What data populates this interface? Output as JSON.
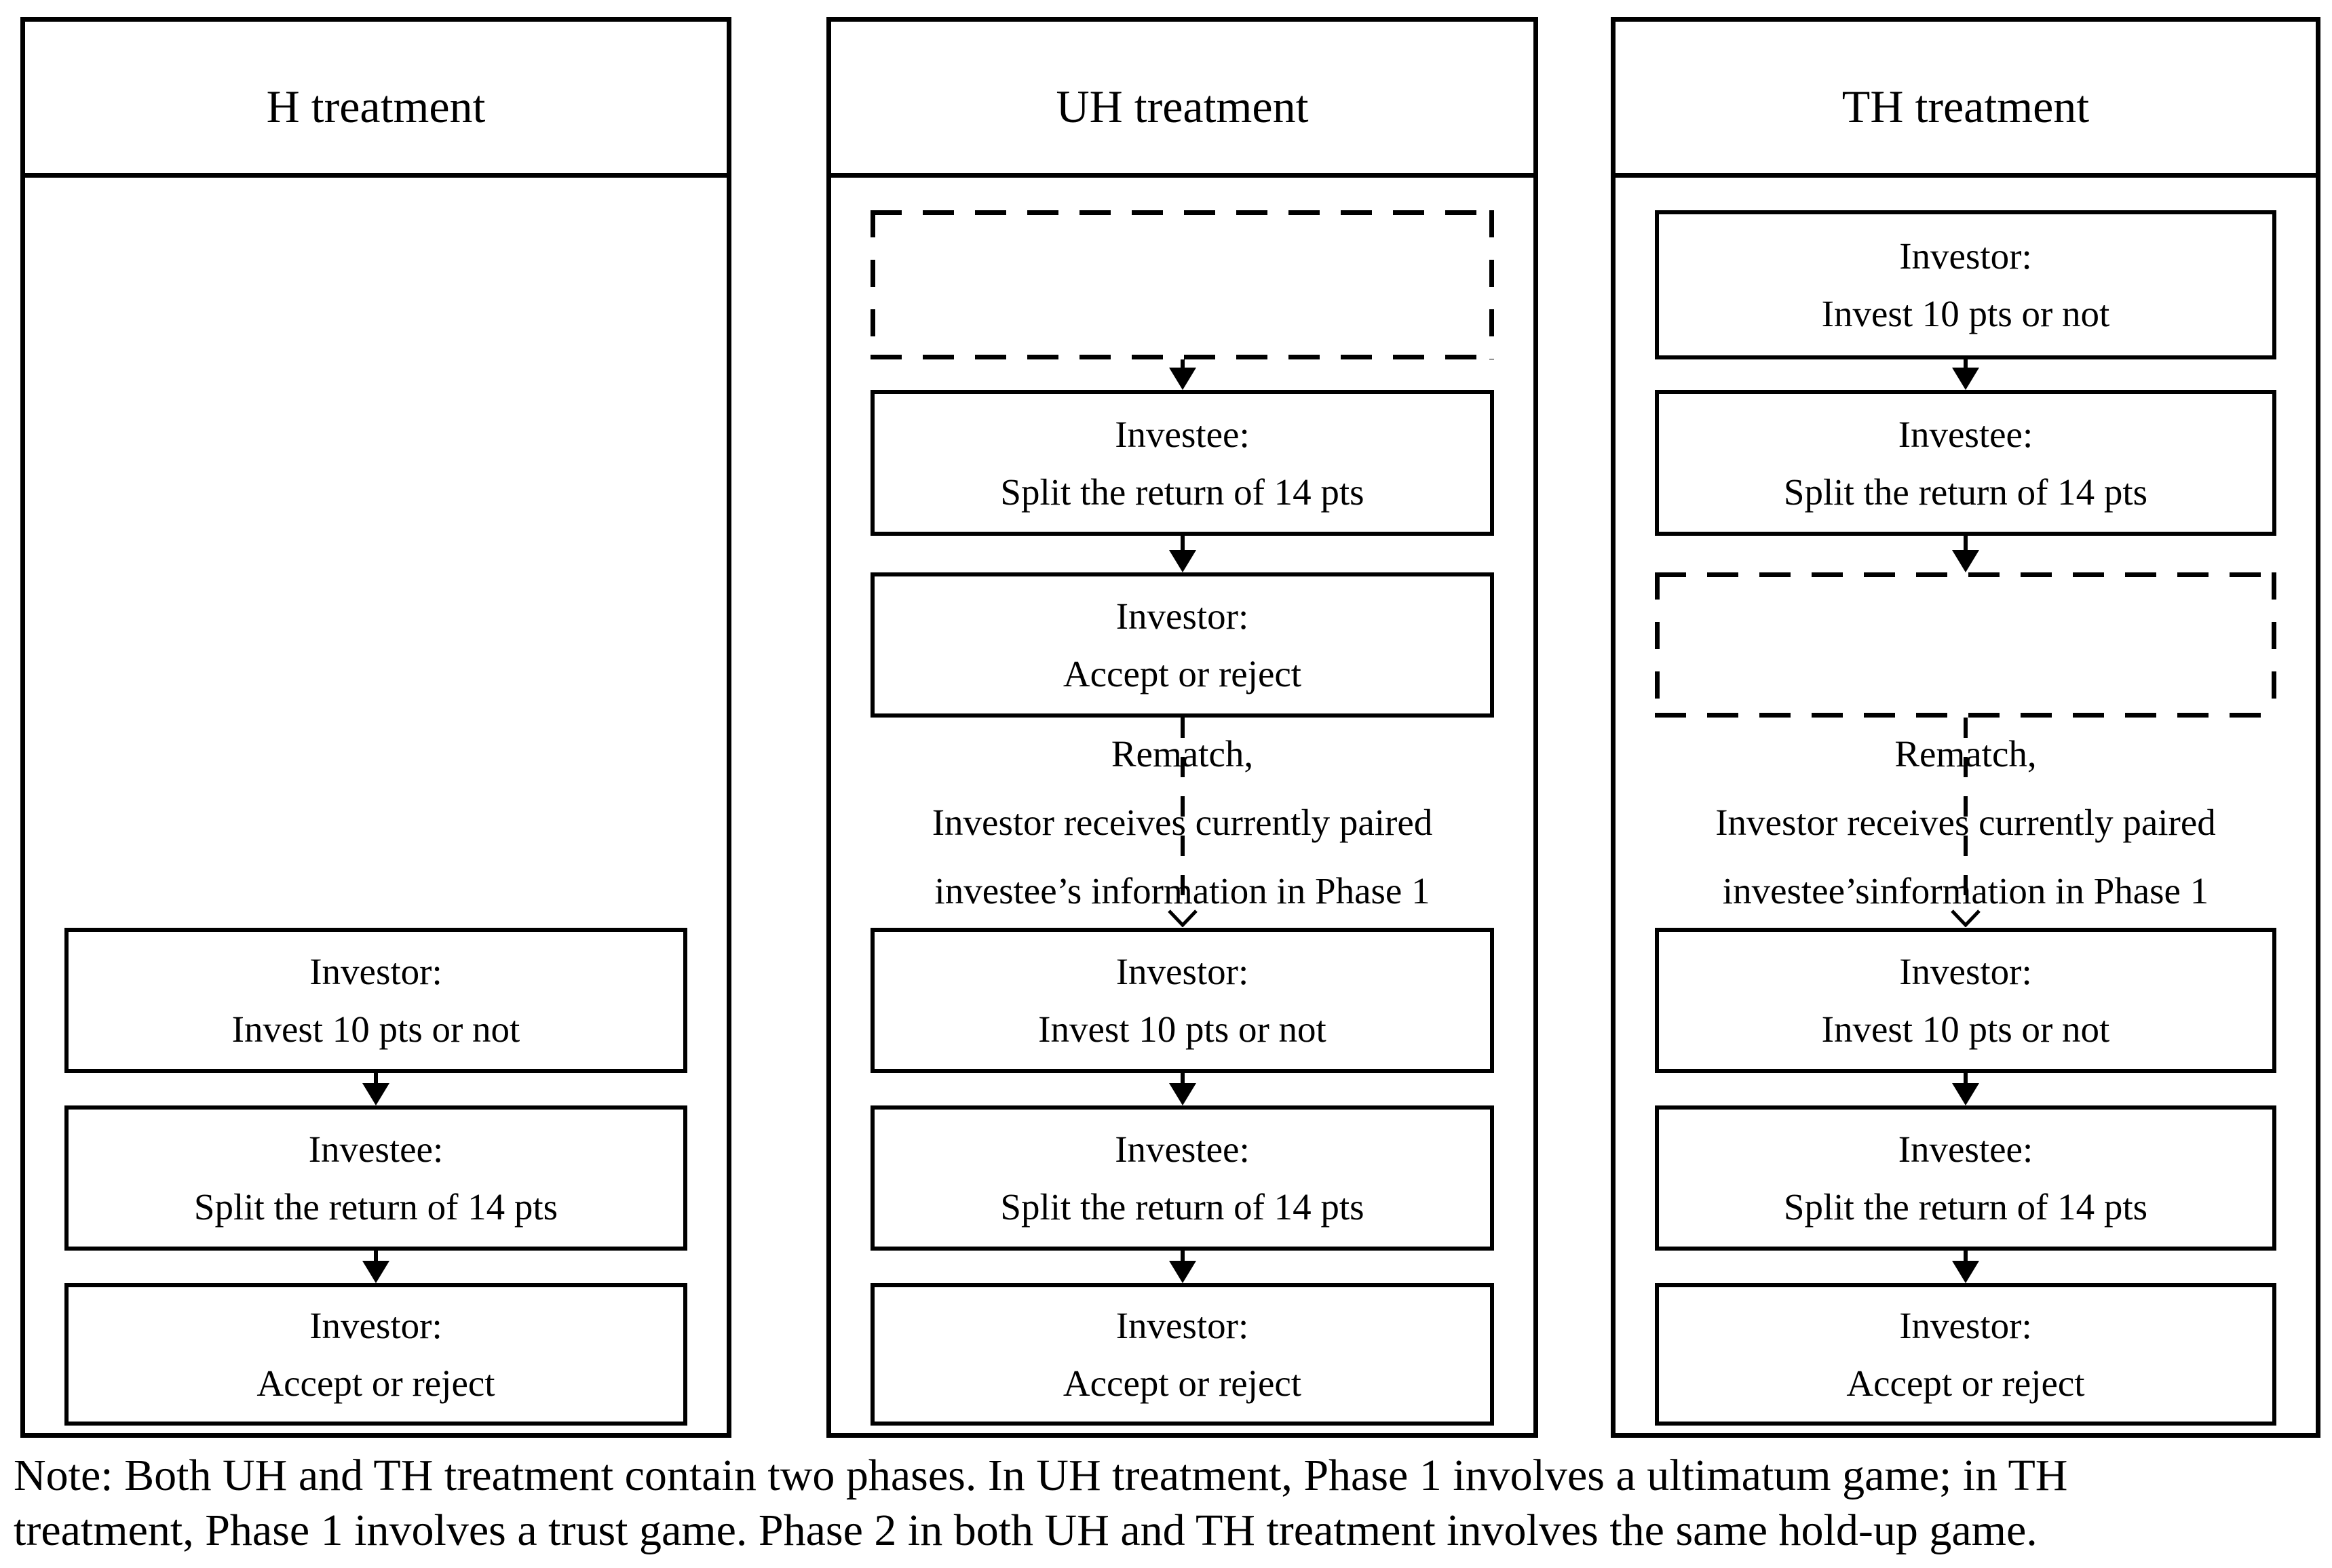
{
  "colors": {
    "ink": "#000000",
    "background": "#ffffff"
  },
  "panels": {
    "h": {
      "title": "H treatment",
      "phase2": {
        "invest": {
          "line1": "Investor:",
          "line2": "Invest 10 pts or not"
        },
        "split": {
          "line1": "Investee:",
          "line2": "Split the return of 14 pts"
        },
        "accept": {
          "line1": "Investor:",
          "line2": "Accept or reject"
        }
      }
    },
    "uh": {
      "title": "UH treatment",
      "phase1": {
        "split": {
          "line1": "Investee:",
          "line2": "Split the return of 14 pts"
        },
        "accept": {
          "line1": "Investor:",
          "line2": "Accept or reject"
        }
      },
      "rematch": {
        "line1": "Rematch,",
        "line2": "Investor receives currently paired",
        "line3": "investee’s information in Phase 1"
      },
      "phase2": {
        "invest": {
          "line1": "Investor:",
          "line2": "Invest 10 pts or not"
        },
        "split": {
          "line1": "Investee:",
          "line2": "Split the return of 14 pts"
        },
        "accept": {
          "line1": "Investor:",
          "line2": "Accept or reject"
        }
      }
    },
    "th": {
      "title": "TH treatment",
      "phase1": {
        "invest": {
          "line1": "Investor:",
          "line2": "Invest 10 pts or not"
        },
        "split": {
          "line1": "Investee:",
          "line2": "Split the return of 14 pts"
        }
      },
      "rematch": {
        "line1": "Rematch,",
        "line2": "Investor receives currently paired",
        "line3": "investee’sinformation in Phase 1"
      },
      "phase2": {
        "invest": {
          "line1": "Investor:",
          "line2": "Invest 10 pts or not"
        },
        "split": {
          "line1": "Investee:",
          "line2": "Split the return of 14 pts"
        },
        "accept": {
          "line1": "Investor:",
          "line2": "Accept or reject"
        }
      }
    }
  },
  "note": {
    "line1": "Note: Both UH and TH treatment contain two phases. In UH treatment, Phase 1 involves a ultimatum game; in TH",
    "line2": "treatment, Phase 1 involves a trust game. Phase 2 in both UH and TH treatment involves the same hold-up game."
  }
}
